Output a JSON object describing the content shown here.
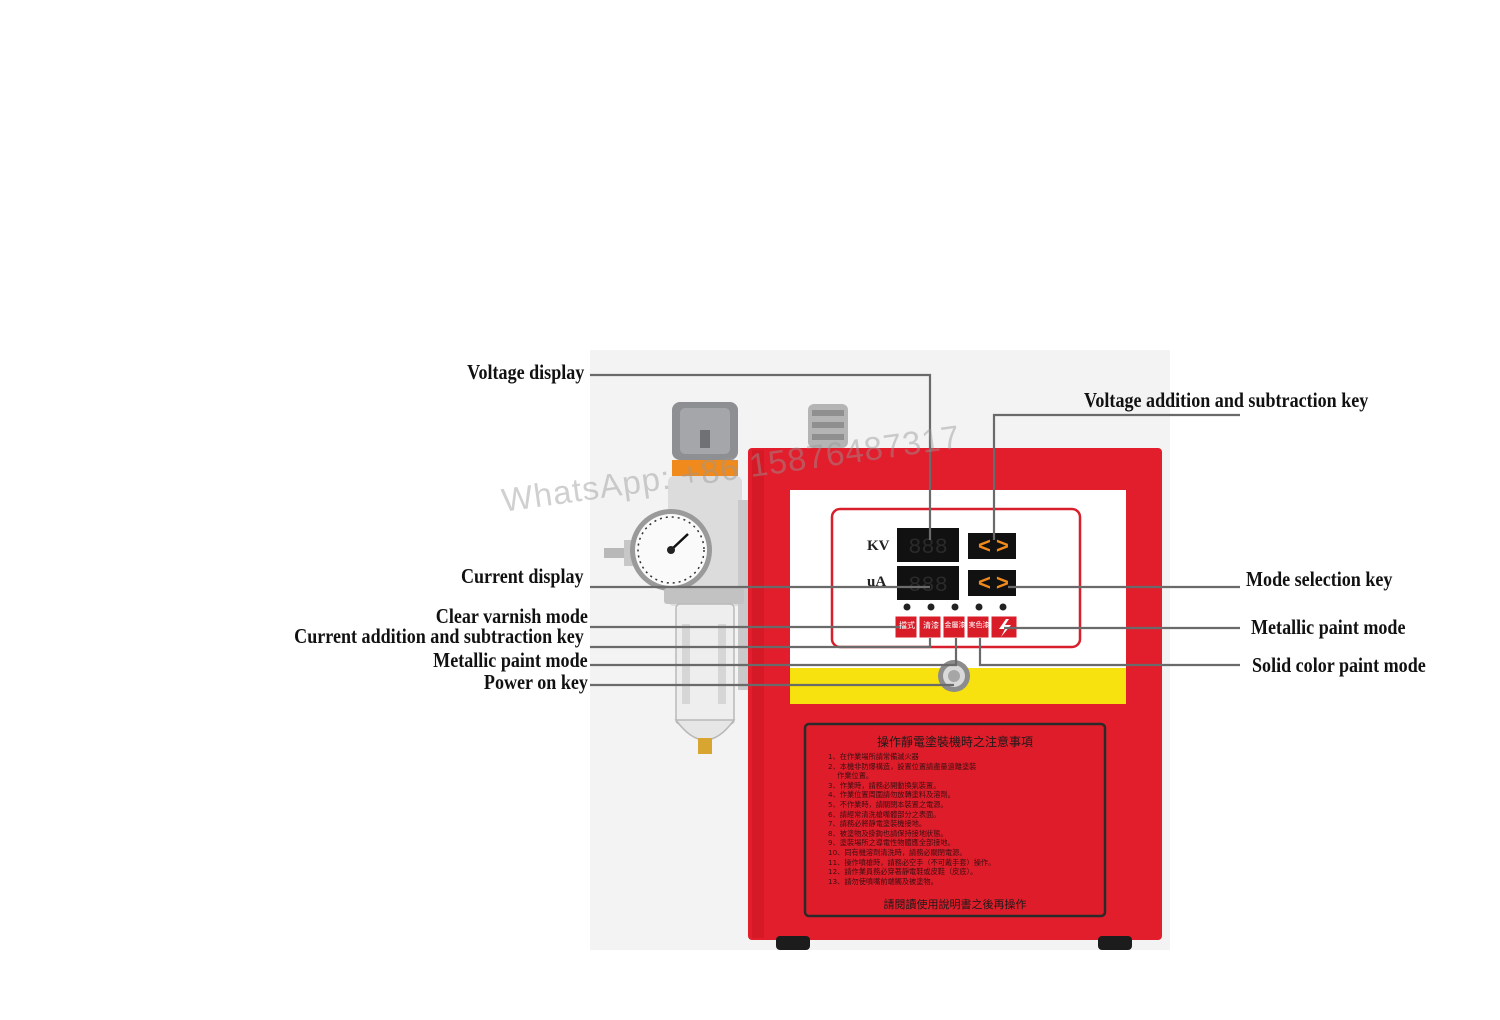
{
  "callouts": {
    "voltage_display": "Voltage display",
    "voltage_key": "Voltage addition and subtraction key",
    "current_display": "Current display",
    "mode_selection_key": "Mode selection key",
    "clear_varnish_mode": "Clear varnish mode",
    "current_key": "Current addition and subtraction key",
    "metallic_paint_mode_left": "Metallic paint mode",
    "power_on_key": "Power on key",
    "metallic_paint_mode_right": "Metallic paint mode",
    "solid_color_mode": "Solid color paint mode"
  },
  "watermark": "WhatsApp: +86 15876487317",
  "panel": {
    "kv_label": "KV",
    "ua_label": "uA",
    "mode_buttons": [
      "擋式",
      "清漆",
      "金屬漆",
      "実色漆"
    ]
  },
  "notice": {
    "title": "操作靜電塗裝機時之注意事項",
    "lines": [
      "1、在作業場所請常備滅火器",
      "2、本機非防爆構造，設置位置請盡量遠離塗裝",
      "    作業位置。",
      "3、作業時，請務必開動換氣裝置。",
      "4、作業位置周圍請勿放轉塗料及溶劑。",
      "5、不作業時，請關閉本裝置之電源。",
      "6、請經常清洗槍嘴體部分之表面。",
      "7、請務必將靜電塗裝機接地。",
      "8、被塗物及掛鉤也請保持接地狀態。",
      "9、塗裝場所之導電性物體應全部接地。",
      "10、同有機溶劑清洗時，請務必關閉電源。",
      "11、操作噴槍時，請務必空手（不可戴手套）操作。",
      "12、請作業員務必穿著靜電鞋或皮鞋（皮底）。",
      "13、請勿使噴嘴前端觸及被塗物。"
    ],
    "footer": "請閱讀使用說明書之後再操作"
  },
  "colors": {
    "housing_red": "#e21e2c",
    "stripe_yellow": "#f7e20f",
    "panel_outline": "#d8202c",
    "notice_border": "#2a2a2a",
    "lcd_black": "#111111",
    "key_orange": "#f08a1c"
  }
}
